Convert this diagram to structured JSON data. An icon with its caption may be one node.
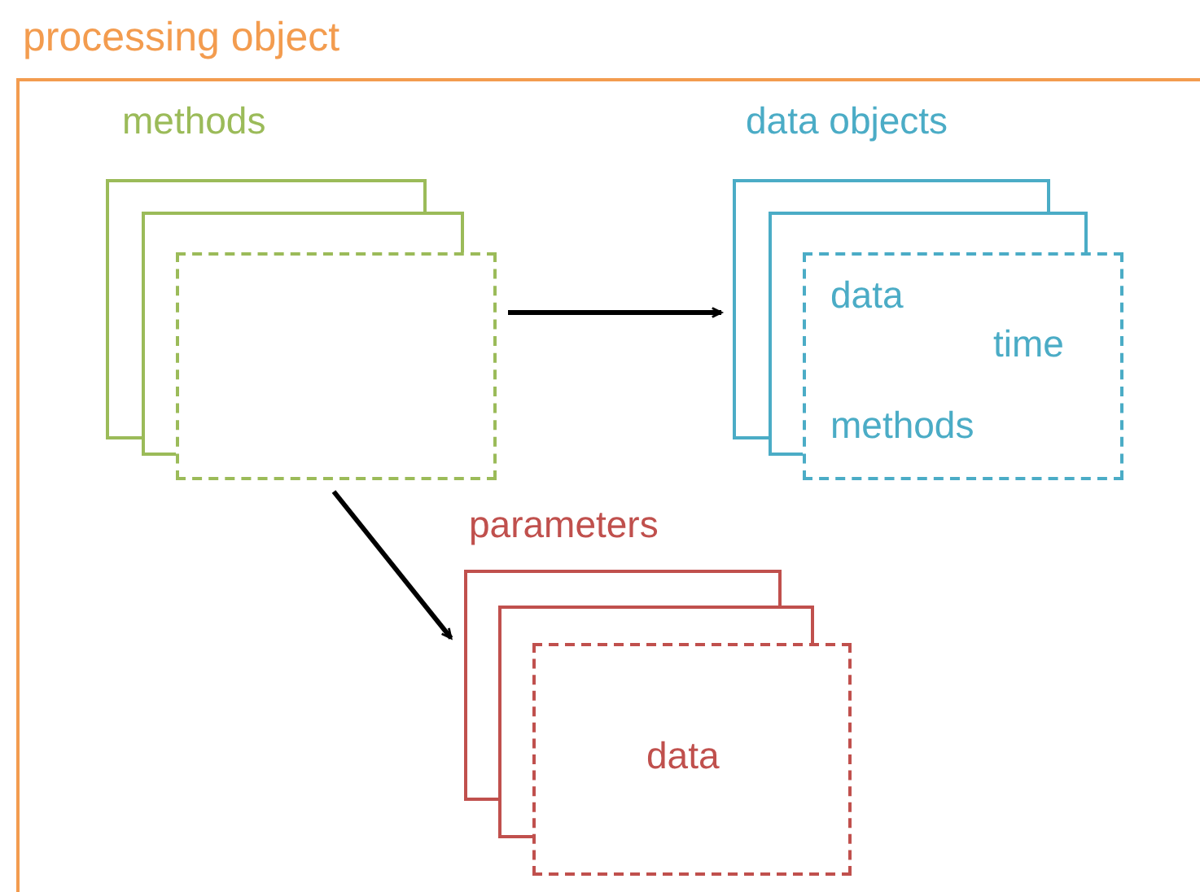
{
  "diagram": {
    "nodes": [
      {
        "text": [
          "processing object"
        ]
      },
      {
        "text": [
          "methods"
        ],
        "in": 0
      },
      {
        "text": [
          "data objects",
          "data",
          "time",
          "methods"
        ],
        "in": 0
      },
      {
        "text": [
          "parameters",
          "data"
        ],
        "in": 0
      }
    ],
    "edges": [
      {
        "from": 1,
        "to": 2,
        "arrow": "to"
      },
      {
        "from": 1,
        "to": 3,
        "arrow": "to"
      }
    ]
  }
}
